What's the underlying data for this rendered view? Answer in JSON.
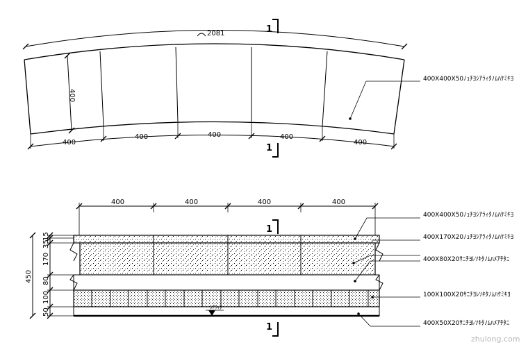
{
  "plan_view": {
    "overall_dim": "2081",
    "depth_dim": "400",
    "bottom_dims": [
      "400",
      "400",
      "400",
      "400",
      "400"
    ],
    "callout": "400X400X50ﾉｭﾁﾖｼｱﾗｨﾀﾉﾑﾊｹﾐｷﾖ",
    "section_mark": "1"
  },
  "section_view": {
    "top_dims": [
      "400",
      "400",
      "400",
      "400"
    ],
    "overall_height": "450",
    "layer_dims": [
      "15",
      "35",
      "170",
      "80",
      "100",
      "50"
    ],
    "callouts": [
      "400X400X50ﾉｭﾁﾖｼｱﾗｨﾀﾉﾑﾊｹﾐｷﾖ",
      "400X170X20ﾉｭﾁﾖｼｱﾗｨﾀﾉﾑﾊｹﾐｷﾖ",
      "400X80X20ｻﾆﾁﾖﾚｿｷﾀﾉﾑﾊﾒｱﾁﾀﾆ",
      "100X100X20ｻﾆﾁﾖﾚｿｷﾀﾉﾑﾊｹﾐｷﾖ",
      "400X50X20ｻﾆﾁﾖﾚｿｷﾀﾉﾑﾊﾒｱﾁﾀﾆ"
    ],
    "level_label": "ｼｱﾗｨﾀ",
    "section_mark": "1"
  },
  "watermark": "zhulong.com"
}
